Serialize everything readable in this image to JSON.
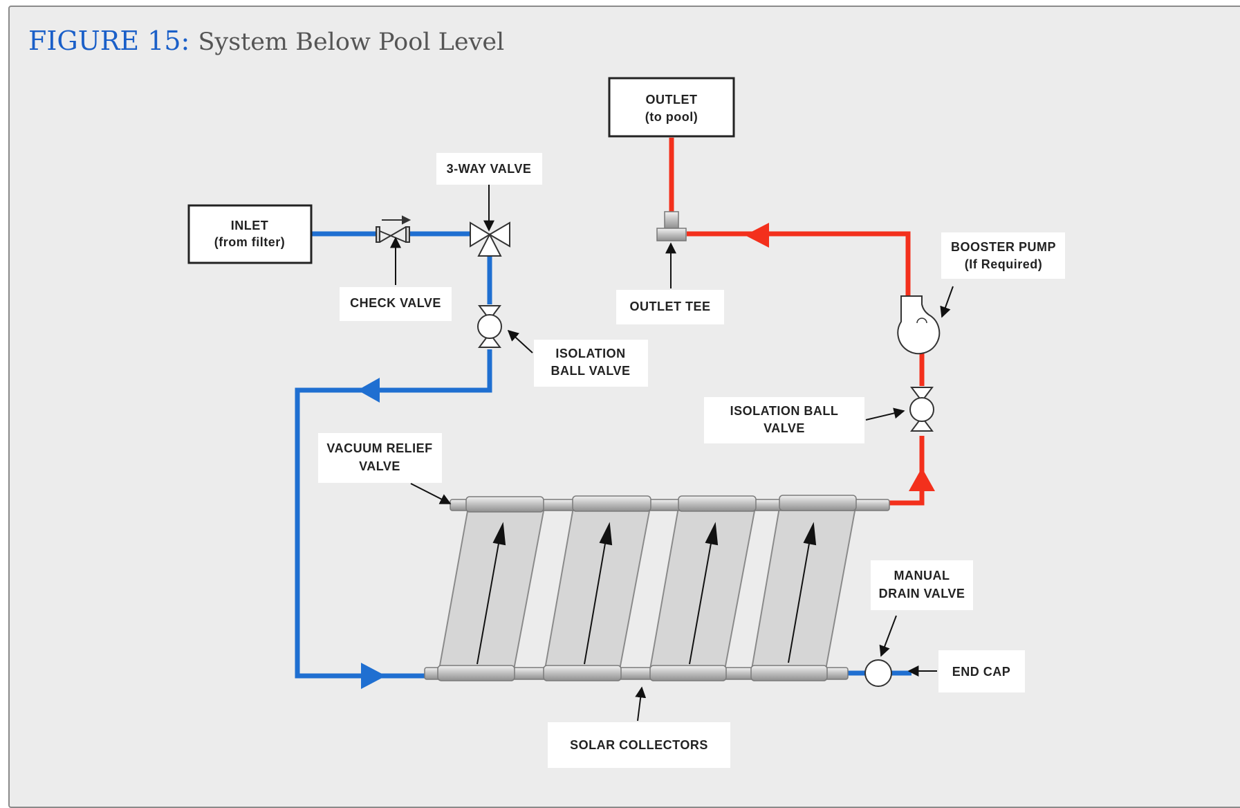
{
  "figure": {
    "number_label": "FIGURE 15:",
    "caption": "System Below Pool Level"
  },
  "labels": {
    "outlet": [
      "OUTLET",
      "(to pool)"
    ],
    "inlet": [
      "INLET",
      "(from filter)"
    ],
    "three_way_valve": [
      "3-WAY VALVE"
    ],
    "check_valve": [
      "CHECK VALVE"
    ],
    "outlet_tee": [
      "OUTLET TEE"
    ],
    "isolation_ball_valve_left": [
      "ISOLATION",
      "BALL VALVE"
    ],
    "booster_pump": [
      "BOOSTER PUMP",
      "(If Required)"
    ],
    "isolation_ball_valve_right": [
      "ISOLATION BALL",
      "VALVE"
    ],
    "vacuum_relief_valve": [
      "VACUUM RELIEF",
      "VALVE"
    ],
    "manual_drain_valve": [
      "MANUAL",
      "DRAIN VALVE"
    ],
    "end_cap": [
      "END CAP"
    ],
    "solar_collectors": [
      "SOLAR COLLECTORS"
    ]
  },
  "colors": {
    "cold_pipe": "#1f6fd1",
    "hot_pipe": "#f3301c",
    "panel_fill": "#d6d6d6",
    "background": "#ececec",
    "title_accent": "#1a5fc8"
  },
  "icons": [
    "check-valve-icon",
    "three-way-valve-icon",
    "ball-valve-icon",
    "booster-pump-icon",
    "tee-fitting-icon",
    "drain-valve-icon",
    "flow-arrow-icon"
  ]
}
